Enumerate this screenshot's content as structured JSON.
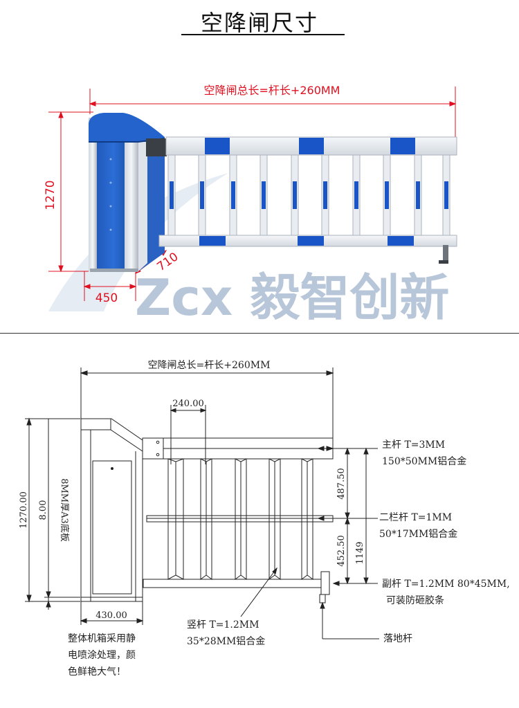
{
  "page_title": "空降闸尺寸",
  "top": {
    "total_length_label": "空降闸总长=杆长+260MM",
    "height_label": "1270",
    "width_label": "450",
    "depth_label": "710",
    "watermark": "Zcx 毅智创新"
  },
  "drawing": {
    "total_length_label": "空降闸总长=杆长+260MM",
    "spacing_label": "240.00",
    "height_label": "1270.00",
    "plate_thickness_label": "8.00",
    "plate_label": "8MM厚A3底板",
    "cabinet_width_label": "430.00",
    "dim_487": "487.50",
    "dim_452": "452.50",
    "dim_1149": "1149",
    "main_bar_line1": "主杆  T=3MM",
    "main_bar_line2": "150*50MM铝合金",
    "second_bar_line1": "二栏杆  T=1MM",
    "second_bar_line2": "50*17MM铝合金",
    "sub_bar_line1": "副杆  T=1.2MM  80*45MM,",
    "sub_bar_line2": "可装防砸胶条",
    "vertical_bar_line1": "竖杆  T=1.2MM",
    "vertical_bar_line2": "35*28MM铝合金",
    "ground_bar": "落地杆",
    "cabinet_note_line1": "整体机箱采用静",
    "cabinet_note_line2": "电喷涂处理，颜",
    "cabinet_note_line3": "色鲜艳大气！"
  },
  "colors": {
    "cabinet_blue": "#1f5fc0",
    "bar_blue": "#1a55c8",
    "dimension_red": "#e01020",
    "watermark": "#b7c6d9"
  }
}
